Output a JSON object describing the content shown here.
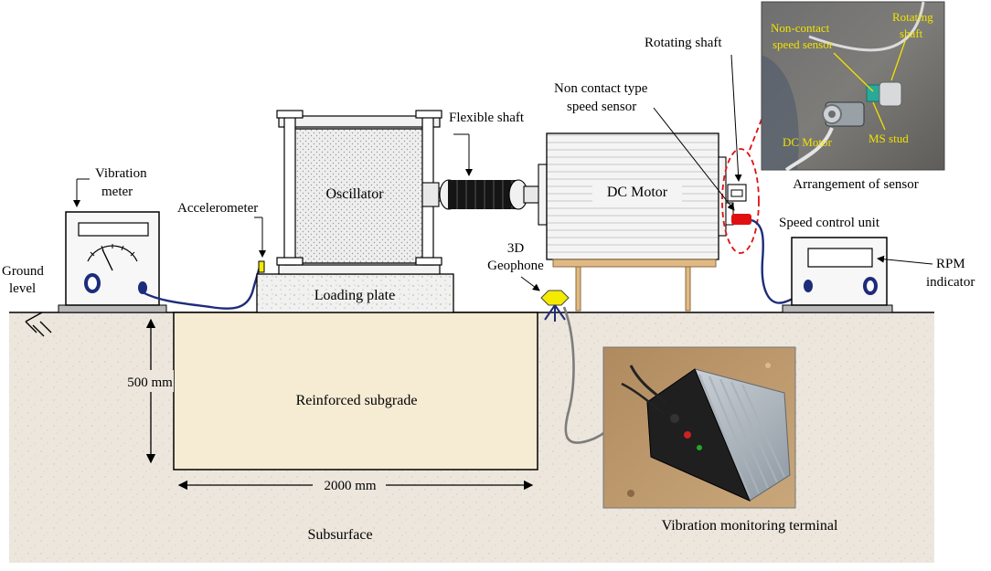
{
  "labels": {
    "vibration_meter_1": "Vibration",
    "vibration_meter_2": "meter",
    "ground_level_1": "Ground",
    "ground_level_2": "level",
    "accelerometer": "Accelerometer",
    "oscillator": "Oscillator",
    "loading_plate": "Loading plate",
    "flexible_shaft": "Flexible shaft",
    "dc_motor": "DC Motor",
    "non_contact_1": "Non contact type",
    "non_contact_2": "speed sensor",
    "rotating_shaft": "Rotating shaft",
    "geophone_1": "3D",
    "geophone_2": "Geophone",
    "speed_control_unit": "Speed control unit",
    "rpm_indicator_1": "RPM",
    "rpm_indicator_2": "indicator",
    "depth": "500 mm",
    "width": "2000 mm",
    "reinforced_subgrade": "Reinforced subgrade",
    "subsurface": "Subsurface",
    "monitoring_terminal": "Vibration monitoring terminal",
    "arrangement": "Arrangement of sensor",
    "photo_non_contact_1": "Non-contact",
    "photo_non_contact_2": "speed sensor",
    "photo_rotating_1": "Rotating",
    "photo_rotating_2": "shaft",
    "photo_dc_motor": "DC Motor",
    "photo_ms_stud": "MS stud"
  },
  "colors": {
    "soil": "#ece6dd",
    "subgrade": "#f6ebd3",
    "cable": "#1d2c7a",
    "accent_red": "#e01010",
    "geophone": "#f3ea00"
  }
}
